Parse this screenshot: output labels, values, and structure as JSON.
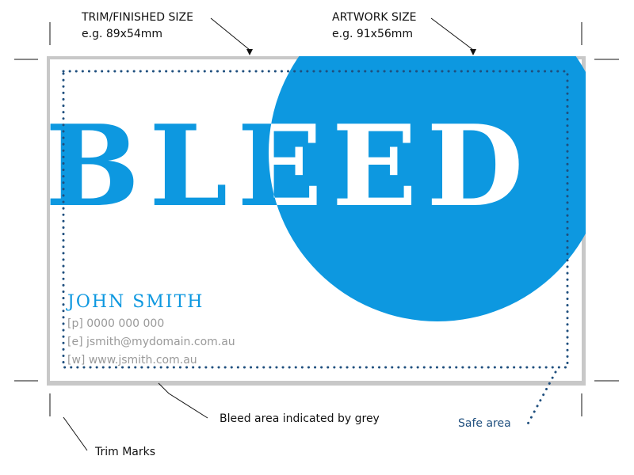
{
  "colors": {
    "accent": "#0D98E0",
    "bleed_grey": "#C8C8C8",
    "safe_dots": "#1F4F7E",
    "contact_text": "#9A9A9A"
  },
  "labels": {
    "trim_title": "TRIM/FINISHED SIZE",
    "trim_example": "e.g. 89x54mm",
    "artwork_title": "ARTWORK SIZE",
    "artwork_example": "e.g. 91x56mm",
    "bleed_note": "Bleed area indicated by grey",
    "safe_area": "Safe area",
    "trim_marks": "Trim Marks"
  },
  "card": {
    "headline": "BLEED",
    "name": "JOHN SMITH",
    "phone": "[p] 0000 000 000",
    "email": "[e] jsmith@mydomain.com.au",
    "web": "[w] www.jsmith.com.au"
  }
}
